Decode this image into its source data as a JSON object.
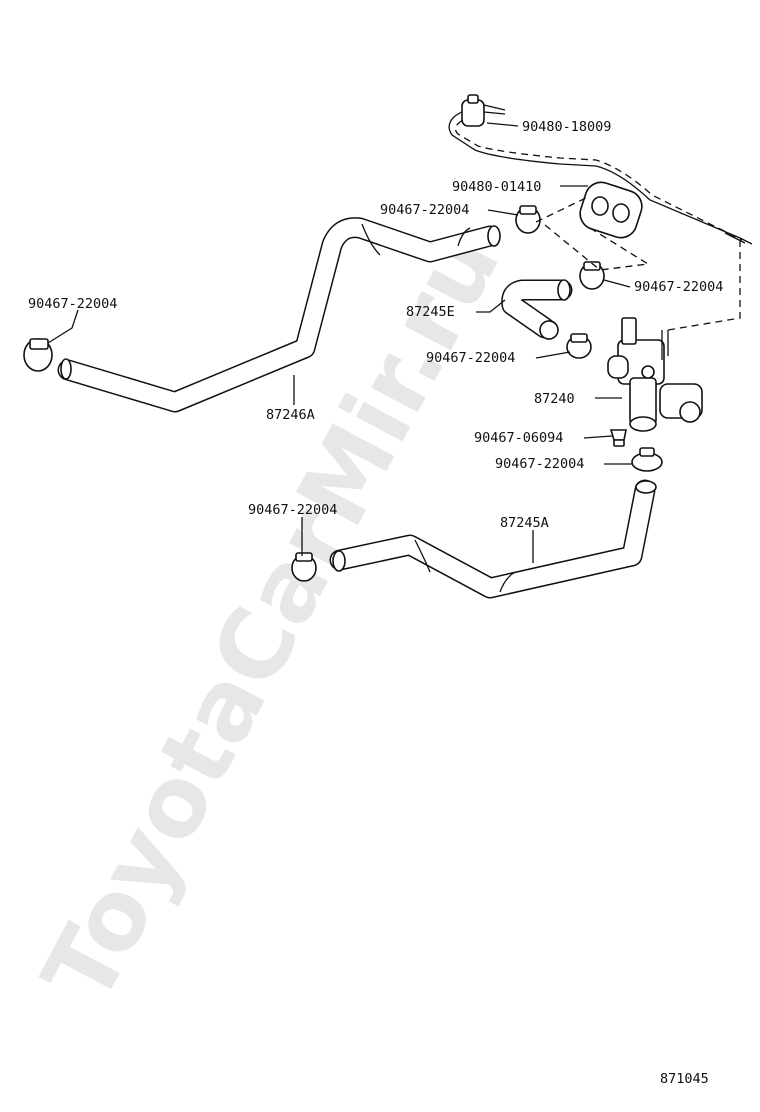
{
  "watermark": "ToyotaCarMir.ru",
  "diagram_id": "871045",
  "callouts": {
    "p90480_18009": "90480-18009",
    "p90480_01410": "90480-01410",
    "p90467_22004_top": "90467-22004",
    "p90467_22004_left": "90467-22004",
    "p87245E": "87245E",
    "p90467_22004_right": "90467-22004",
    "p90467_22004_mid": "90467-22004",
    "p87246A": "87246A",
    "p87240": "87240",
    "p90467_06094": "90467-06094",
    "p90467_22004_lower": "90467-22004",
    "p90467_22004_bottom": "90467-22004",
    "p87245A": "87245A"
  }
}
